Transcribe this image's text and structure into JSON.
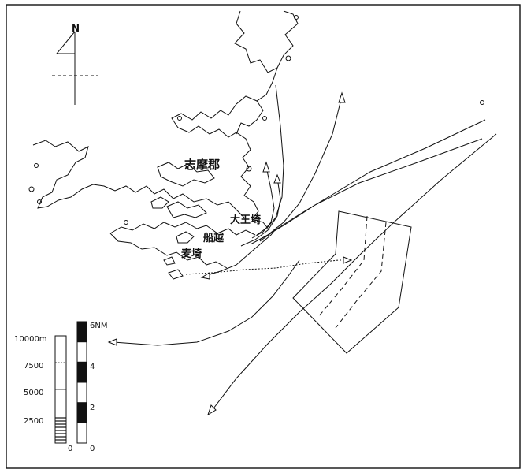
{
  "map": {
    "compass_label": "N",
    "place_labels": {
      "district": "志摩郡",
      "cape_daiozaki": "大王埼",
      "funakoshi": "船越",
      "mugizaki": "麦埼"
    },
    "scale_meters": {
      "labels": [
        "10000m",
        "7500",
        "5000",
        "2500",
        "0"
      ]
    },
    "scale_nautical_miles": {
      "labels": [
        "6NM",
        "4",
        "2",
        "0"
      ]
    },
    "colors": {
      "ink": "#111111",
      "background": "#ffffff"
    }
  }
}
